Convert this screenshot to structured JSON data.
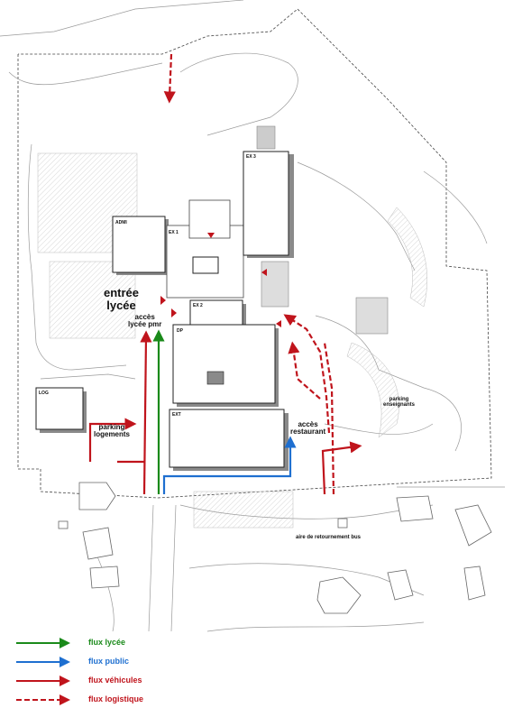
{
  "labels": {
    "entree_lycee": "entrée\nlycée",
    "acces_lycee_pmr": "accès\nlycée pmr",
    "parking_logements": "parking\nlogements",
    "acces_restaurant": "accès\nrestaurant",
    "parking_enseignants": "parking\nenseignants",
    "aire_retournement": "aire de retournement bus"
  },
  "buildings": {
    "admi": "ADMI",
    "ex1": "EX 1",
    "ex2": "EX 2",
    "ex3": "EX 3",
    "dp": "DP",
    "ext": "EXT",
    "log": "LOG"
  },
  "legend": [
    {
      "label": "flux lycée",
      "color": "#1a8a1a",
      "style": "solid"
    },
    {
      "label": "flux public",
      "color": "#1e6fd0",
      "style": "solid"
    },
    {
      "label": "flux véhicules",
      "color": "#c0141c",
      "style": "solid"
    },
    {
      "label": "flux logistique",
      "color": "#c0141c",
      "style": "dashed"
    }
  ],
  "colors": {
    "green": "#1a8a1a",
    "blue": "#1e6fd0",
    "red": "#c0141c",
    "building_shadow": "#8a8a8a",
    "building_fill": "#ffffff"
  }
}
